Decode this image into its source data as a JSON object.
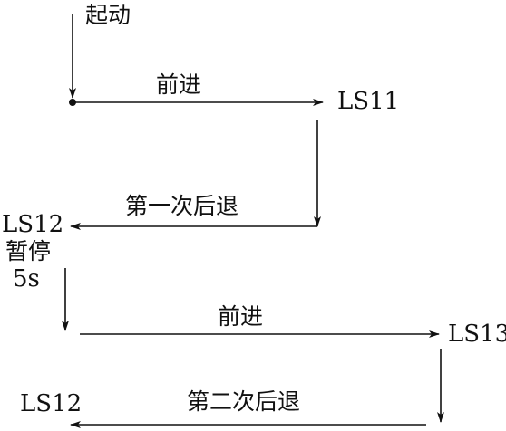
{
  "diagram": {
    "labels": {
      "start": "起动",
      "forward_1": "前进",
      "switch_ls11": "LS11",
      "retreat_1": "第一次后退",
      "switch_ls12_a": "LS12",
      "pause": "暂停",
      "pause_duration": "5s",
      "forward_2": "前进",
      "switch_ls13": "LS13",
      "retreat_2": "第二次后退",
      "switch_ls12_b": "LS12"
    },
    "colors": {
      "line": "#111111",
      "background": "#ffffff"
    }
  }
}
